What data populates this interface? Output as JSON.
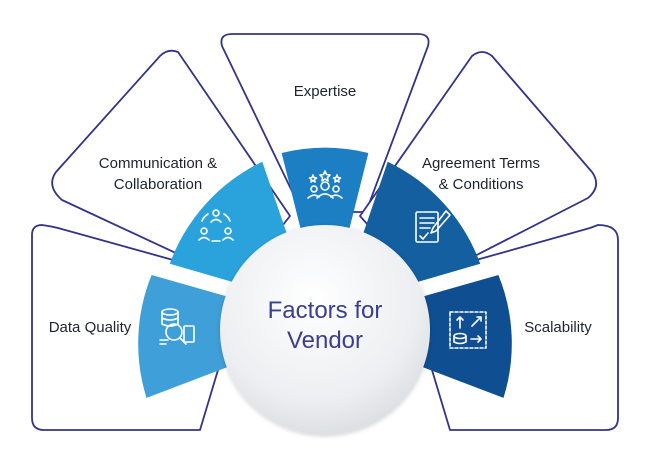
{
  "diagram": {
    "center": {
      "line1": "Factors for",
      "line2": "Vendor"
    },
    "factors": [
      {
        "label_lines": [
          "Data Quality"
        ],
        "icon": "data-quality-icon",
        "color": "#3f9fd8"
      },
      {
        "label_lines": [
          "Communication &",
          "Collaboration"
        ],
        "icon": "communication-icon",
        "color": "#2aa3dc"
      },
      {
        "label_lines": [
          "Expertise"
        ],
        "icon": "expertise-icon",
        "color": "#1c7fc4"
      },
      {
        "label_lines": [
          "Agreement Terms",
          "& Conditions"
        ],
        "icon": "agreement-icon",
        "color": "#135f9f"
      },
      {
        "label_lines": [
          "Scalability"
        ],
        "icon": "scalability-icon",
        "color": "#0f4e91"
      }
    ],
    "outline_color": "#33338a"
  }
}
